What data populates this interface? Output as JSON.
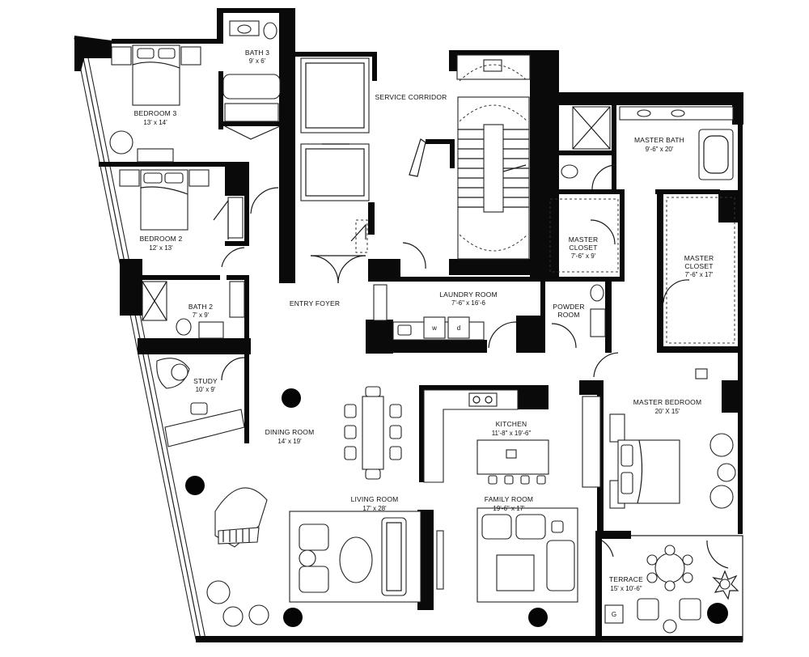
{
  "rooms": [
    {
      "id": "bedroom-3",
      "name": "BEDROOM 3",
      "dim": "13' x 14'"
    },
    {
      "id": "bath-3",
      "name": "BATH 3",
      "dim": "9' x 6'"
    },
    {
      "id": "service-corridor",
      "name": "SERVICE CORRIDOR",
      "dim": ""
    },
    {
      "id": "master-bath",
      "name": "MASTER BATH",
      "dim": "9'-6\" x 20'"
    },
    {
      "id": "bedroom-2",
      "name": "BEDROOM 2",
      "dim": "12' x 13'"
    },
    {
      "id": "master-closet-1",
      "name": "MASTER",
      "name2": "CLOSET",
      "dim": "7'-6\" x 9'"
    },
    {
      "id": "master-closet-2",
      "name": "MASTER",
      "name2": "CLOSET",
      "dim": "7'-6\" x 17'"
    },
    {
      "id": "bath-2",
      "name": "BATH 2",
      "dim": "7' x 9'"
    },
    {
      "id": "entry-foyer",
      "name": "ENTRY FOYER",
      "dim": ""
    },
    {
      "id": "laundry-room",
      "name": "LAUNDRY ROOM",
      "dim": "7'-6\" x 16'-6"
    },
    {
      "id": "powder-room",
      "name": "POWDER",
      "name2": "ROOM",
      "dim": ""
    },
    {
      "id": "study",
      "name": "STUDY",
      "dim": "10' x 9'"
    },
    {
      "id": "master-bedroom",
      "name": "MASTER BEDROOM",
      "dim": "20' X 15'"
    },
    {
      "id": "kitchen",
      "name": "KITCHEN",
      "dim": "11'-8\" x 19'-6\""
    },
    {
      "id": "dining-room",
      "name": "DINING ROOM",
      "dim": "14' x 19'"
    },
    {
      "id": "living-room",
      "name": "LIVING ROOM",
      "dim": "17' x 28'"
    },
    {
      "id": "family-room",
      "name": "FAMILY ROOM",
      "dim": "19'-6\" x 17'"
    },
    {
      "id": "terrace",
      "name": "TERRACE",
      "dim": "15' x 10'-6\""
    }
  ],
  "appliance_marks": {
    "washer": "w",
    "dryer": "d",
    "grill": "G"
  }
}
